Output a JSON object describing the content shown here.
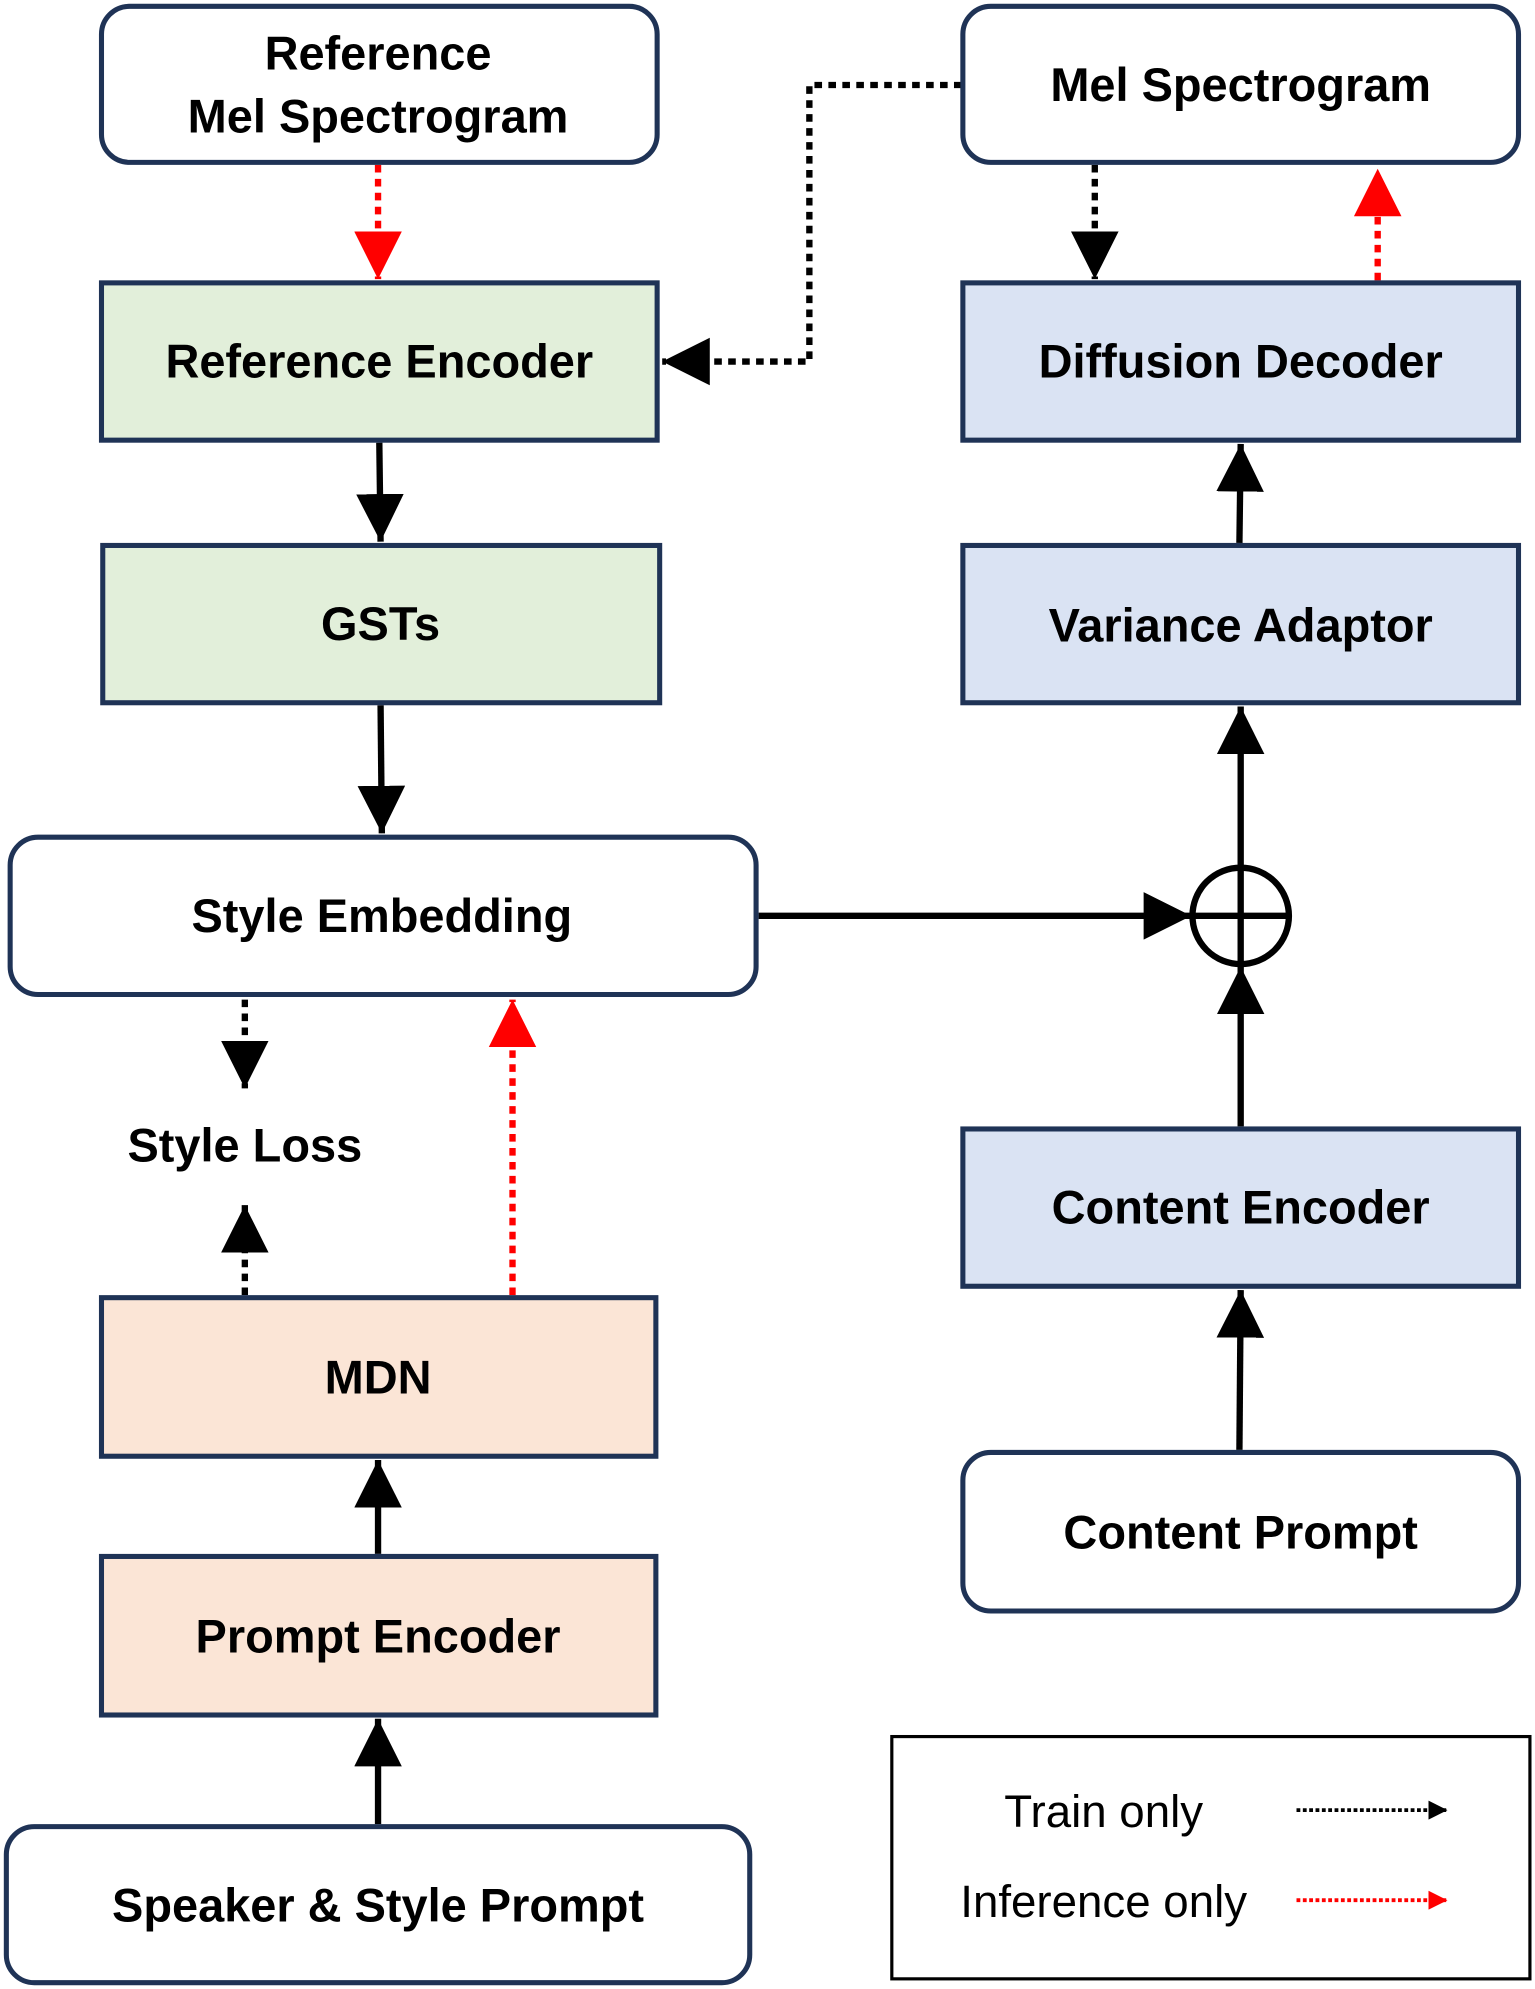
{
  "title": "Prompt-based speech synthesis architecture",
  "colors": {
    "border": "#1f3356",
    "green_fill": "#e2efda",
    "blue_fill": "#dae3f3",
    "peach_fill": "#fbe5d6",
    "white_fill": "#ffffff",
    "train_arrow": "#000000",
    "inference_arrow": "#ff0000"
  },
  "nodes": {
    "reference_mel": {
      "lines": [
        "Reference",
        "Mel Spectrogram"
      ],
      "shape": "rounded",
      "fill": "white"
    },
    "reference_encoder": {
      "label": "Reference Encoder",
      "shape": "rect",
      "fill": "green"
    },
    "gsts": {
      "label": "GSTs",
      "shape": "rect",
      "fill": "green"
    },
    "style_embedding": {
      "label": "Style Embedding",
      "shape": "rounded",
      "fill": "white"
    },
    "style_loss": {
      "label": "Style Loss",
      "shape": "text"
    },
    "mdn": {
      "label": "MDN",
      "shape": "rect",
      "fill": "peach"
    },
    "prompt_encoder": {
      "label": "Prompt Encoder",
      "shape": "rect",
      "fill": "peach"
    },
    "speaker_style_prompt": {
      "label": "Speaker & Style Prompt",
      "shape": "rounded",
      "fill": "white"
    },
    "mel_spectrogram": {
      "label": "Mel Spectrogram",
      "shape": "rounded",
      "fill": "white"
    },
    "diffusion_decoder": {
      "label": "Diffusion Decoder",
      "shape": "rect",
      "fill": "blue"
    },
    "variance_adaptor": {
      "label": "Variance Adaptor",
      "shape": "rect",
      "fill": "blue"
    },
    "sum_node": {
      "label": "⊕",
      "shape": "circle-plus"
    },
    "content_encoder": {
      "label": "Content Encoder",
      "shape": "rect",
      "fill": "blue"
    },
    "content_prompt": {
      "label": "Content Prompt",
      "shape": "rounded",
      "fill": "white"
    }
  },
  "edges": [
    {
      "from": "reference_mel",
      "to": "reference_encoder",
      "type": "inference"
    },
    {
      "from": "mel_spectrogram",
      "to": "reference_encoder",
      "type": "train"
    },
    {
      "from": "reference_encoder",
      "to": "gsts",
      "type": "solid"
    },
    {
      "from": "gsts",
      "to": "style_embedding",
      "type": "solid"
    },
    {
      "from": "style_embedding",
      "to": "style_loss",
      "type": "train"
    },
    {
      "from": "mdn",
      "to": "style_loss",
      "type": "train"
    },
    {
      "from": "mdn",
      "to": "style_embedding",
      "type": "inference"
    },
    {
      "from": "prompt_encoder",
      "to": "mdn",
      "type": "solid"
    },
    {
      "from": "speaker_style_prompt",
      "to": "prompt_encoder",
      "type": "solid"
    },
    {
      "from": "style_embedding",
      "to": "sum_node",
      "type": "solid"
    },
    {
      "from": "content_encoder",
      "to": "sum_node",
      "type": "solid"
    },
    {
      "from": "sum_node",
      "to": "variance_adaptor",
      "type": "solid"
    },
    {
      "from": "content_prompt",
      "to": "content_encoder",
      "type": "solid"
    },
    {
      "from": "variance_adaptor",
      "to": "diffusion_decoder",
      "type": "solid"
    },
    {
      "from": "mel_spectrogram",
      "to": "diffusion_decoder",
      "type": "train"
    },
    {
      "from": "diffusion_decoder",
      "to": "mel_spectrogram",
      "type": "inference"
    }
  ],
  "legend": {
    "items": [
      {
        "label": "Train only",
        "type": "train"
      },
      {
        "label": "Inference only",
        "type": "inference"
      }
    ]
  }
}
